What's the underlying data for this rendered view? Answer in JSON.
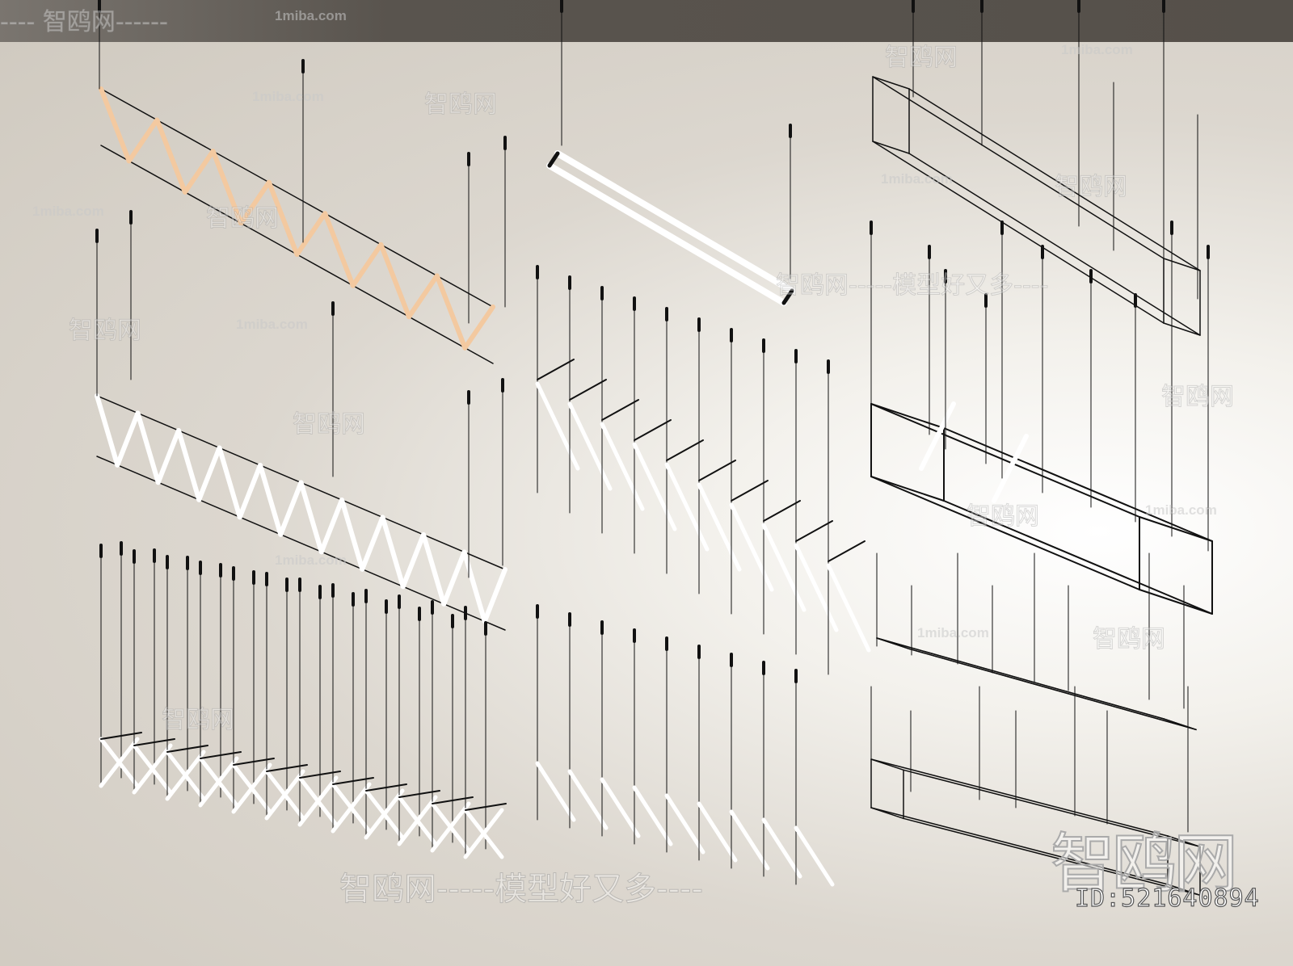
{
  "watermarks": {
    "site_cn": "智鸥网",
    "site_en": "1miba.com",
    "slogan": "智鸥网-----模型好又多----",
    "dash_cn": "---- 智鸥网------",
    "big_logo": "智鸥网",
    "id_label": "ID:521640894"
  },
  "colors": {
    "background": "#d6d1c8",
    "top_band": "#58534d",
    "fixture_line": "#111111",
    "light_white": "#ffffff",
    "light_warm": "#f3c9a0"
  }
}
